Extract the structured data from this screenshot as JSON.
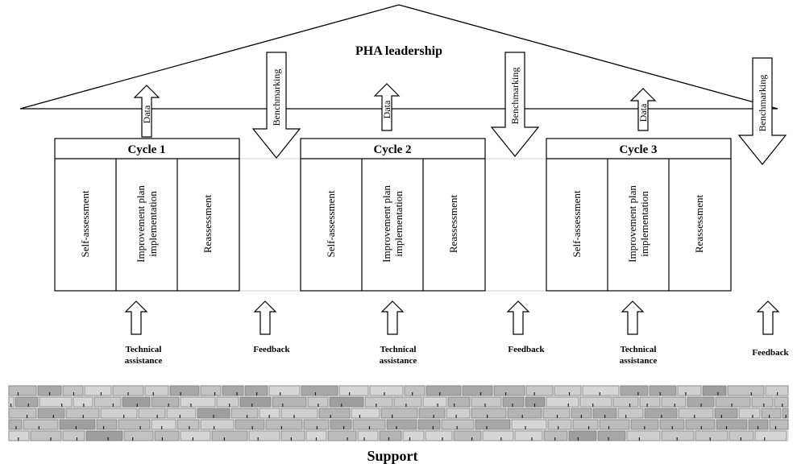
{
  "title": "PHA leadership",
  "cycles": [
    {
      "label": "Cycle 1",
      "phases": [
        "Self-assessment",
        "Improvement plan implementation",
        "Reassessment"
      ]
    },
    {
      "label": "Cycle 2",
      "phases": [
        "Self-assessment",
        "Improvement plan implementation",
        "Reassessment"
      ]
    },
    {
      "label": "Cycle 3",
      "phases": [
        "Self-assessment",
        "Improvement plan implementation",
        "Reassessment"
      ]
    }
  ],
  "data_label": "Data",
  "benchmarking_label": "Benchmarking",
  "technical_assistance": [
    "Technical",
    "assistance"
  ],
  "feedback_label": "Feedback",
  "support_label": "Support"
}
